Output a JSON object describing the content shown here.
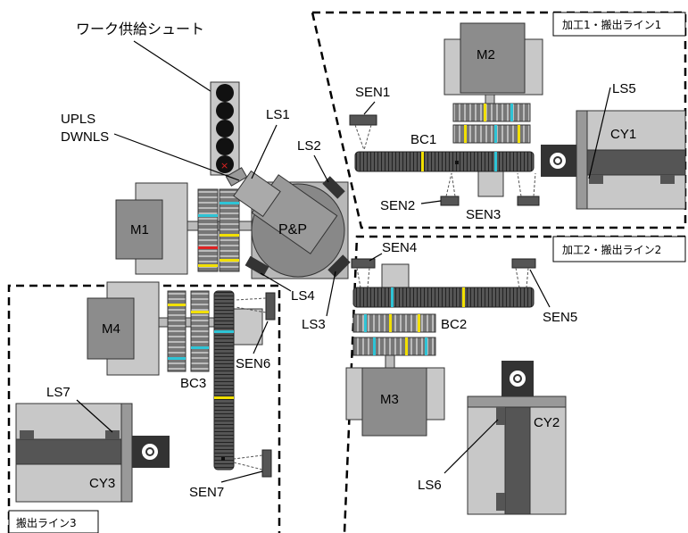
{
  "zones": {
    "line1": "加工1・搬出ライン1",
    "line2": "加工2・搬出ライン2",
    "line3": "搬出ライン3"
  },
  "feed_chute": "ワーク供給シュート",
  "pick_place": "P&P",
  "motors": {
    "m1": "M1",
    "m2": "M2",
    "m3": "M3",
    "m4": "M4"
  },
  "belt_conveyors": {
    "bc1": "BC1",
    "bc2": "BC2",
    "bc3": "BC3"
  },
  "cylinders": {
    "cy1": "CY1",
    "cy2": "CY2",
    "cy3": "CY3"
  },
  "limit_switches": {
    "upls": "UPLS",
    "dwnls": "DWNLS",
    "ls1": "LS1",
    "ls2": "LS2",
    "ls3": "LS3",
    "ls4": "LS4",
    "ls5": "LS5",
    "ls6": "LS6",
    "ls7": "LS7"
  },
  "sensors": {
    "sen1": "SEN1",
    "sen2": "SEN2",
    "sen3": "SEN3",
    "sen4": "SEN4",
    "sen5": "SEN5",
    "sen6": "SEN6",
    "sen7": "SEN7"
  },
  "colors": {
    "motor": "#8c8c8c",
    "frame": "#c8c8c8",
    "belt_dark": "#4a4a4a",
    "stripe_yellow": "#f2e000",
    "stripe_cyan": "#2ec4d6",
    "lamp_red": "#d22"
  }
}
